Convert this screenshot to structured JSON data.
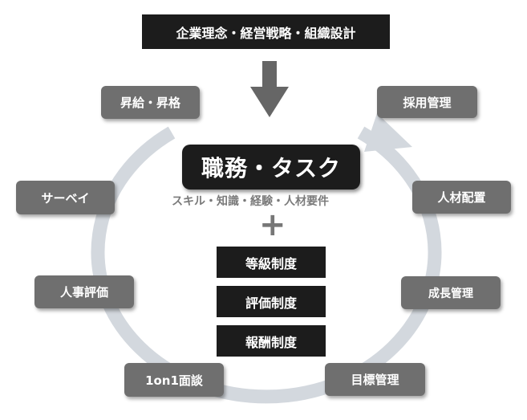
{
  "top_label": "企業理念・経営戦略・組織設計",
  "core": {
    "title": "職務・タスク",
    "subtitle": "スキル・知識・経験・人材要件",
    "plus": "+"
  },
  "systems": [
    "等級制度",
    "評価制度",
    "報酬制度"
  ],
  "cycle": {
    "hiring": "採用管理",
    "placement": "人材配置",
    "growth": "成長管理",
    "goals": "目標管理",
    "one_on_one": "1on1面談",
    "evaluation": "人事評価",
    "survey": "サーベイ",
    "promotion": "昇給・昇格"
  },
  "colors": {
    "dark_box": "#1c1c1c",
    "gray_box": "#6f6f6f",
    "ring": "#d3d8de",
    "arrow": "#666666"
  }
}
